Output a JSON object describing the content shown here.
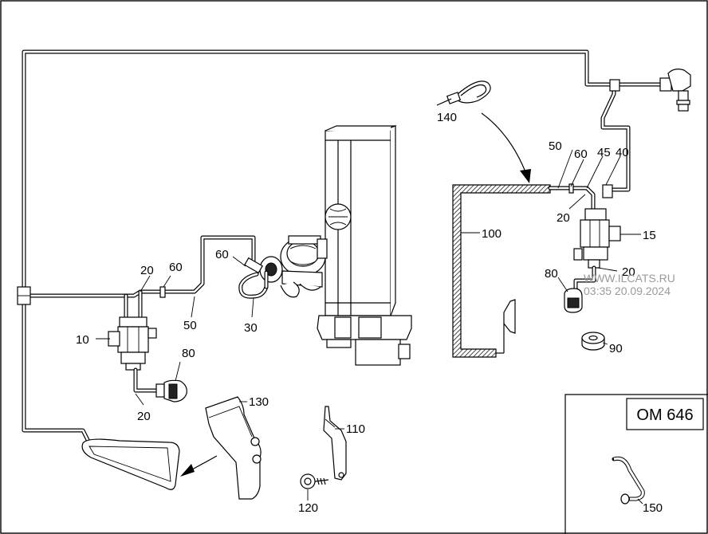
{
  "model_box": {
    "text": "OM 646"
  },
  "labels": {
    "p10": "10",
    "p15": "15",
    "p20a": "20",
    "p20b": "20",
    "p20c": "20",
    "p20d": "20",
    "p30": "30",
    "p40": "40",
    "p45": "45",
    "p50a": "50",
    "p50b": "50",
    "p60a": "60",
    "p60b": "60",
    "p60c": "60",
    "p80a": "80",
    "p80b": "80",
    "p90": "90",
    "p100": "100",
    "p110": "110",
    "p120": "120",
    "p130": "130",
    "p140": "140",
    "p150": "150"
  },
  "watermark": {
    "site": "WWW.ILCATS.RU",
    "datetime": "03:35 20.09.2024"
  },
  "colors": {
    "line": "#000000",
    "background": "#ffffff",
    "watermark": "#9a9a9a"
  }
}
